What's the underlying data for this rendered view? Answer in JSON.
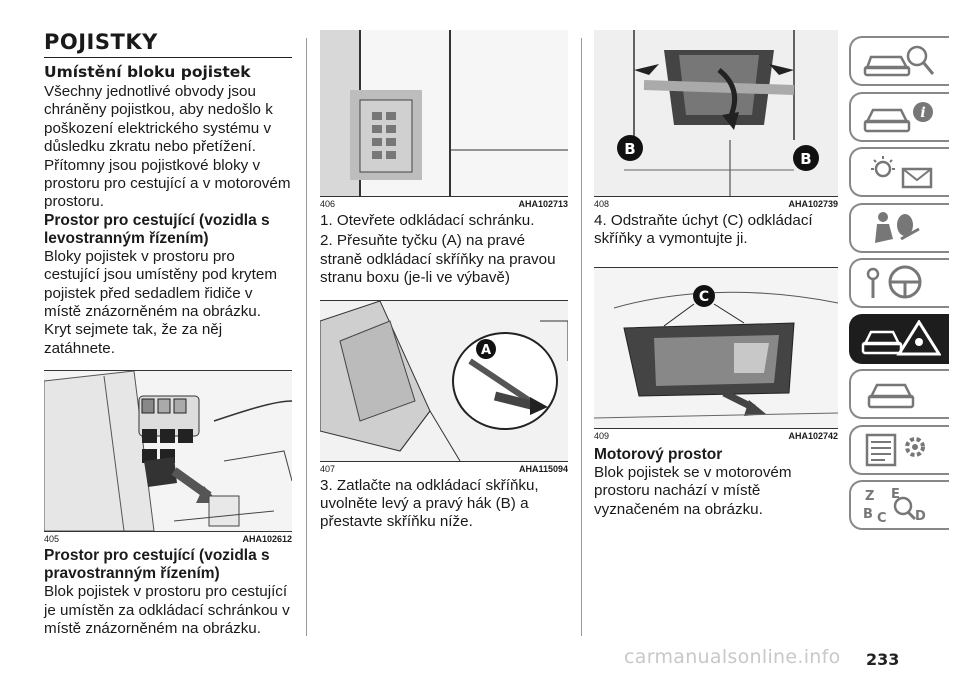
{
  "page": {
    "heading": "POJISTKY",
    "subheading": "Umístění bloku pojistek",
    "intro": "Všechny jednotlivé obvody jsou chráněny pojistkou, aby nedošlo k poškození elektrického systému v důsledku zkratu nebo přetížení. Přítomny jsou pojistkové bloky v prostoru pro cestující a v motorovém prostoru.",
    "section_left": "Prostor pro cestující (vozidla s levostranným řízením)",
    "section_left_text": "Bloky pojistek v prostoru pro cestující jsou umístěny pod krytem pojistek před sedadlem řidiče v místě znázorněném na obrázku. Kryt sejmete tak, že za něj zatáhnete.",
    "section_right": "Prostor pro cestující (vozidla s pravostranným řízením)",
    "section_right_text": "Blok pojistek v prostoru pro cestující je umístěn za odkládací schránkou v místě znázorněném na obrázku.",
    "step1": "1. Otevřete odkládací schránku.",
    "step2": "2. Přesuňte tyčku (A) na pravé straně odkládací skříňky na pravou stranu boxu (je-li ve výbavě)",
    "step3": "3. Zatlačte na odkládací skříňku, uvolněte levý a pravý hák (B) a přestavte skříňku níže.",
    "step4": "4. Odstraňte úchyt (C) odkládací skříňky a vymontujte ji.",
    "section_engine": "Motorový prostor",
    "section_engine_text": "Blok pojistek se v motorovém prostoru nachází v místě vyznačeném na obrázku.",
    "page_number": "233",
    "watermark": "carmanualsonline.info"
  },
  "figures": {
    "f405": {
      "num": "405",
      "code": "AHA102612"
    },
    "f406": {
      "num": "406",
      "code": "AHA102713"
    },
    "f407": {
      "num": "407",
      "code": "AHA115094",
      "label": "A"
    },
    "f408": {
      "num": "408",
      "code": "AHA102739",
      "label": "B"
    },
    "f409": {
      "num": "409",
      "code": "AHA102742",
      "label": "C"
    }
  },
  "sidebar": {
    "tabs": [
      {
        "icon": "car-search-icon"
      },
      {
        "icon": "car-info-icon"
      },
      {
        "icon": "warning-lights-icon"
      },
      {
        "icon": "airbag-seat-icon"
      },
      {
        "icon": "steering-key-icon"
      },
      {
        "icon": "car-breakdown-warning-icon",
        "active": true
      },
      {
        "icon": "car-service-icon"
      },
      {
        "icon": "specifications-gear-icon"
      },
      {
        "icon": "alphabet-index-icon"
      }
    ]
  }
}
